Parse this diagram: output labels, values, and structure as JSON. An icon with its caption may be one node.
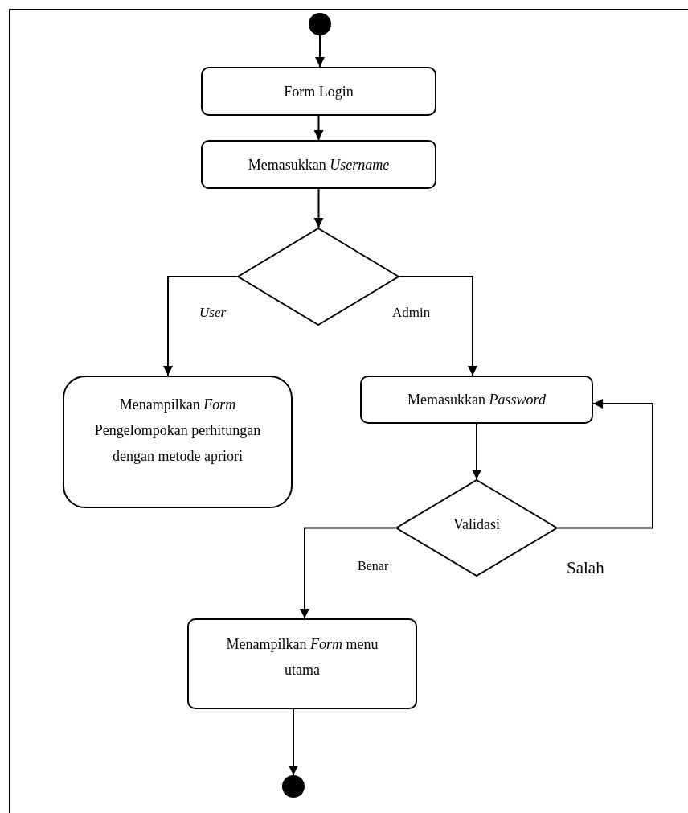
{
  "diagram": {
    "nodes": [
      {
        "text": [],
        "shape": "circle"
      },
      {
        "text": [
          "Form Login"
        ]
      },
      {
        "text": [
          "Memasukkan *Username*"
        ]
      },
      {
        "text": [],
        "shape": "diamond"
      },
      {
        "text": [
          "Menampilkan *Form* Pengelompokan perhitungan dengan metode apriori"
        ]
      },
      {
        "text": [
          "Memasukkan *Password*"
        ]
      },
      {
        "text": [
          "Validasi"
        ]
      },
      {
        "text": [
          "Menampilkan *Form* menu utama"
        ]
      },
      {
        "text": [],
        "shape": "circle"
      }
    ],
    "edges": [
      {
        "from": 0,
        "to": 1,
        "arrow": "to"
      },
      {
        "from": 1,
        "to": 2,
        "arrow": "to"
      },
      {
        "from": 2,
        "to": 3,
        "arrow": "to"
      },
      {
        "from": 3,
        "to": 4,
        "label": "User",
        "arrow": "to"
      },
      {
        "from": 3,
        "to": 5,
        "label": "Admin",
        "arrow": "to"
      },
      {
        "from": 5,
        "to": 6,
        "arrow": "to"
      },
      {
        "from": 6,
        "to": 7,
        "label": "Benar",
        "arrow": "to"
      },
      {
        "from": 6,
        "to": 5,
        "label": "Salah",
        "arrow": "to"
      },
      {
        "from": 7,
        "to": 8,
        "arrow": "to"
      }
    ]
  }
}
